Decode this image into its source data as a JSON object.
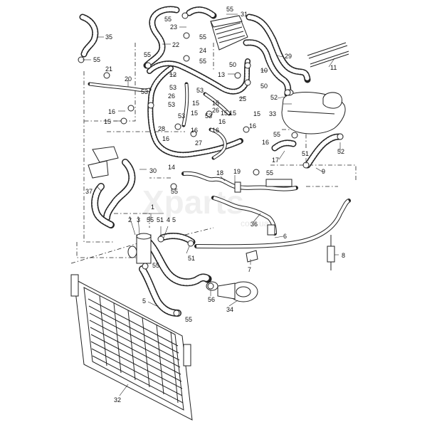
{
  "callouts": [
    "1",
    "2",
    "3",
    "4",
    "5",
    "6",
    "7",
    "8",
    "9",
    "10",
    "11",
    "12",
    "13",
    "14",
    "15",
    "16",
    "17",
    "18",
    "19",
    "20",
    "21",
    "22",
    "23",
    "24",
    "25",
    "26",
    "27",
    "28",
    "29",
    "30",
    "31",
    "32",
    "33",
    "34",
    "35",
    "36",
    "37",
    "50",
    "51",
    "52",
    "53",
    "55",
    "56"
  ],
  "watermark": "Xparts",
  "watermark_sub": "com.ua"
}
